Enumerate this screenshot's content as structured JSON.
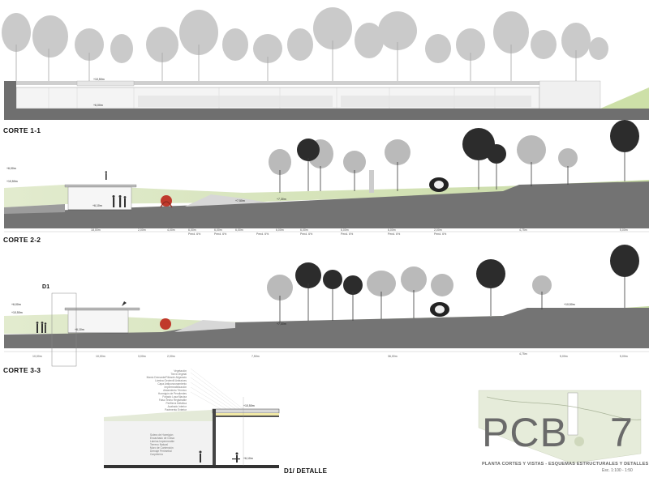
{
  "sections": [
    {
      "id": "corte-1-1",
      "label": "CORTE 1-1"
    },
    {
      "id": "corte-2-2",
      "label": "CORTE 2-2"
    },
    {
      "id": "corte-3-3",
      "label": "CORTE 3-3"
    }
  ],
  "detail": {
    "marker": "D1",
    "label": "D1/ DETALLE",
    "levels": [
      "+10,50m",
      "+6,10m"
    ]
  },
  "section1_levels": [
    "+6,00m",
    "+10,50m"
  ],
  "section2_levels": [
    "+6,00m",
    "+10,50m",
    "+6,10m",
    "+7,30m",
    "+7,50m"
  ],
  "section3_levels": [
    "+6,00m",
    "+10,50m",
    "+7,00m",
    "+6,10m",
    "+10,50m"
  ],
  "section2_dims": [
    "18,00m",
    "2,00m",
    "4,00m",
    "6,00m",
    "6,00m",
    "6,00m",
    "6,00m",
    "6,00m",
    "6,00m",
    "6,00m",
    "2,00m",
    "4,75m",
    "5,00m"
  ],
  "section3_dims": [
    "10,00m",
    "10,00m",
    "3,00m",
    "2,00m",
    "7,50m",
    "36,00m",
    "4,75m",
    "5,00m",
    "5,00m"
  ],
  "section2_slopes": [
    "Pend. 6%",
    "Pend. 6%",
    "Pend. 6%",
    "Pend. 6%",
    "Pend. 6%",
    "Pend. 6%",
    "Pend. 6%"
  ],
  "detail_notes": [
    "Vegetación",
    "Tierra Vegetal",
    "Manto Drenante/Filtrante Aligerado",
    "Lámina Geotextil Antiraíces",
    "Capa Antipunzonamiento",
    "Impermeabilización",
    "Aislamiento Térmico",
    "Hormigón de Pendientes",
    "Forjado Losa Maciza",
    "Falso Techo Registrable",
    "Perfilería Metálica",
    "Acabado Interior",
    "Pavimento Exterior",
    "Solera de Hormigón",
    "Encachado de Grava",
    "Lámina Impermeable",
    "Terreno Natural",
    "Muro de Contención",
    "Drenaje Perimetral",
    "Carpintería"
  ],
  "title": {
    "logo": "PCB",
    "number": "7",
    "subtitle": "PLANTA CORTES Y VISTAS - ESQUEMAS ESTRUCTURALES Y DETALLES",
    "scale": "Esc. 1:100 - 1:50"
  },
  "colors": {
    "ground": "#7a7a7a",
    "grass": "#c8dca0",
    "trees": "#9a9a9a",
    "dark_trees": "#2a2a2a",
    "sculpture": "#c0392b"
  }
}
